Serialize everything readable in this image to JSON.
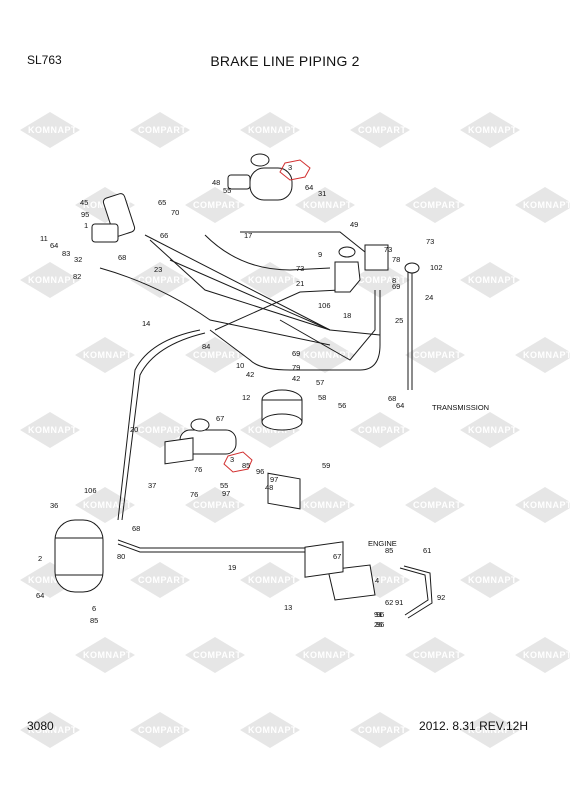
{
  "header": {
    "model": "SL763",
    "title": "BRAKE LINE PIPING 2"
  },
  "footer": {
    "page_number": "3080",
    "revision": "2012. 8.31   REV.12H"
  },
  "watermark": {
    "brand_a": "KOMNAPT",
    "brand_b": "COMPART"
  },
  "notes": {
    "transmission": "TRANSMISSION",
    "engine": "ENGINE"
  },
  "part_labels": [
    "3",
    "48",
    "55",
    "64",
    "31",
    "45",
    "65",
    "70",
    "95",
    "1",
    "66",
    "17",
    "49",
    "73",
    "11",
    "64",
    "83",
    "32",
    "68",
    "23",
    "9",
    "73",
    "102",
    "82",
    "73",
    "78",
    "8",
    "14",
    "21",
    "69",
    "24",
    "106",
    "18",
    "25",
    "84",
    "69",
    "10",
    "42",
    "79",
    "42",
    "57",
    "68",
    "64",
    "12",
    "58",
    "56",
    "67",
    "20",
    "3",
    "85",
    "59",
    "96",
    "76",
    "97",
    "48",
    "55",
    "37",
    "76",
    "97",
    "106",
    "36",
    "68",
    "2",
    "80",
    "67",
    "19",
    "4",
    "85",
    "61",
    "13",
    "96",
    "91",
    "64",
    "6",
    "85",
    "62",
    "91",
    "96",
    "26",
    "92"
  ],
  "colors": {
    "watermark": "#e6e6e6",
    "line": "#1a1a1a",
    "callout": "#d23030"
  }
}
